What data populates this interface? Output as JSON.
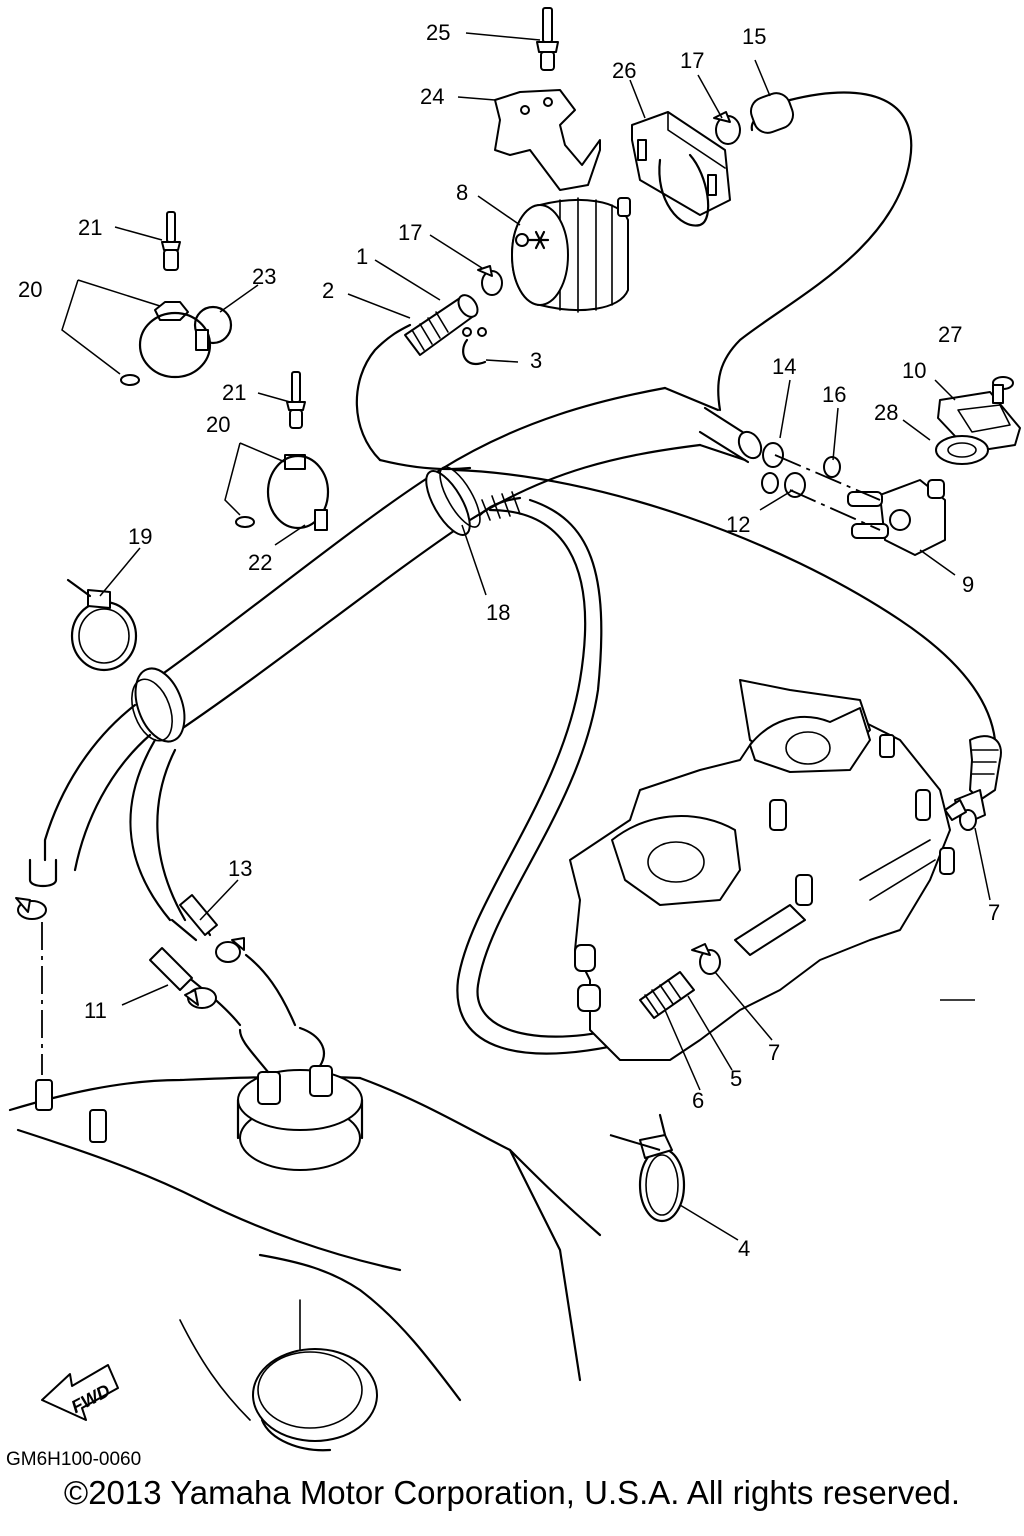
{
  "diagram": {
    "callouts": {
      "c1": "1",
      "c2": "2",
      "c3": "3",
      "c4": "4",
      "c5": "5",
      "c6": "6",
      "c7a": "7",
      "c7b": "7",
      "c8": "8",
      "c9": "9",
      "c10": "10",
      "c11": "11",
      "c12": "12",
      "c13": "13",
      "c14": "14",
      "c15": "15",
      "c16": "16",
      "c17a": "17",
      "c17b": "17",
      "c18": "18",
      "c19": "19",
      "c20a": "20",
      "c20b": "20",
      "c21a": "21",
      "c21b": "21",
      "c22": "22",
      "c23": "23",
      "c24": "24",
      "c25": "25",
      "c26": "26",
      "c27": "27",
      "c28": "28"
    },
    "fwd_label": "FWD",
    "document_code": "GM6H100-0060",
    "copyright": "©2013 Yamaha Motor Corporation, U.S.A. All rights reserved."
  }
}
